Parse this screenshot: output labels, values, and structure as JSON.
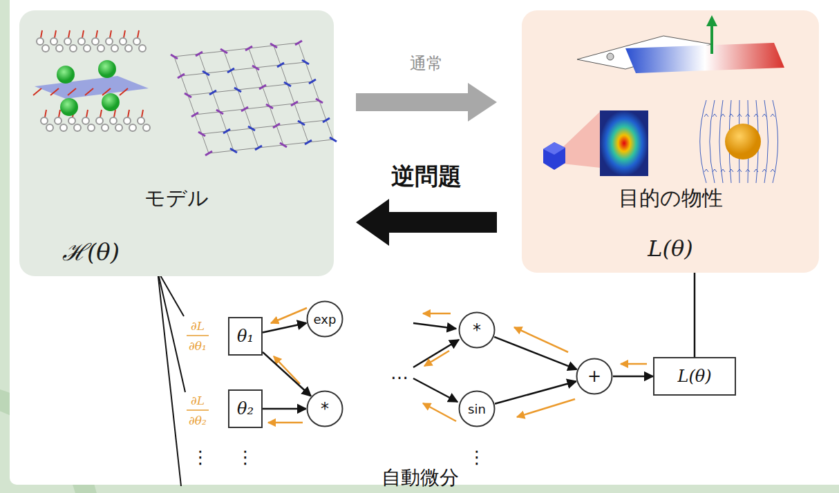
{
  "diagram": {
    "nodes": [
      {
        "text": [
          "モデル",
          "ℋ(θ)"
        ]
      },
      {
        "text": [
          "目的の物性",
          "L(θ)"
        ]
      },
      {
        "text": [
          "θ₁"
        ]
      },
      {
        "text": [
          "θ₂"
        ]
      },
      {
        "text": [
          "exp"
        ]
      },
      {
        "text": [
          "*"
        ]
      },
      {
        "text": [
          "*"
        ]
      },
      {
        "text": [
          "sin"
        ]
      },
      {
        "text": [
          "+"
        ]
      },
      {
        "text": [
          "L(θ)"
        ]
      }
    ],
    "edges": [
      {
        "from": 0,
        "to": 1,
        "label": "通常",
        "arrow": "to"
      },
      {
        "from": 1,
        "to": 0,
        "label": "逆問題",
        "arrow": "to"
      },
      {
        "from": 2,
        "to": 4,
        "arrow": "to"
      },
      {
        "from": 2,
        "to": 5,
        "arrow": "to"
      },
      {
        "from": 3,
        "to": 5,
        "arrow": "to"
      },
      {
        "from": 6,
        "to": 8,
        "arrow": "to"
      },
      {
        "from": 7,
        "to": 8,
        "arrow": "to"
      },
      {
        "from": 8,
        "to": 9,
        "arrow": "to"
      },
      {
        "from": 9,
        "to": 1,
        "arrow": "none"
      }
    ],
    "labels": [
      "∂L",
      "∂θ₁",
      "∂L",
      "∂θ₂",
      "⋮",
      "⋮",
      "…",
      "⋮",
      "自動微分"
    ]
  }
}
